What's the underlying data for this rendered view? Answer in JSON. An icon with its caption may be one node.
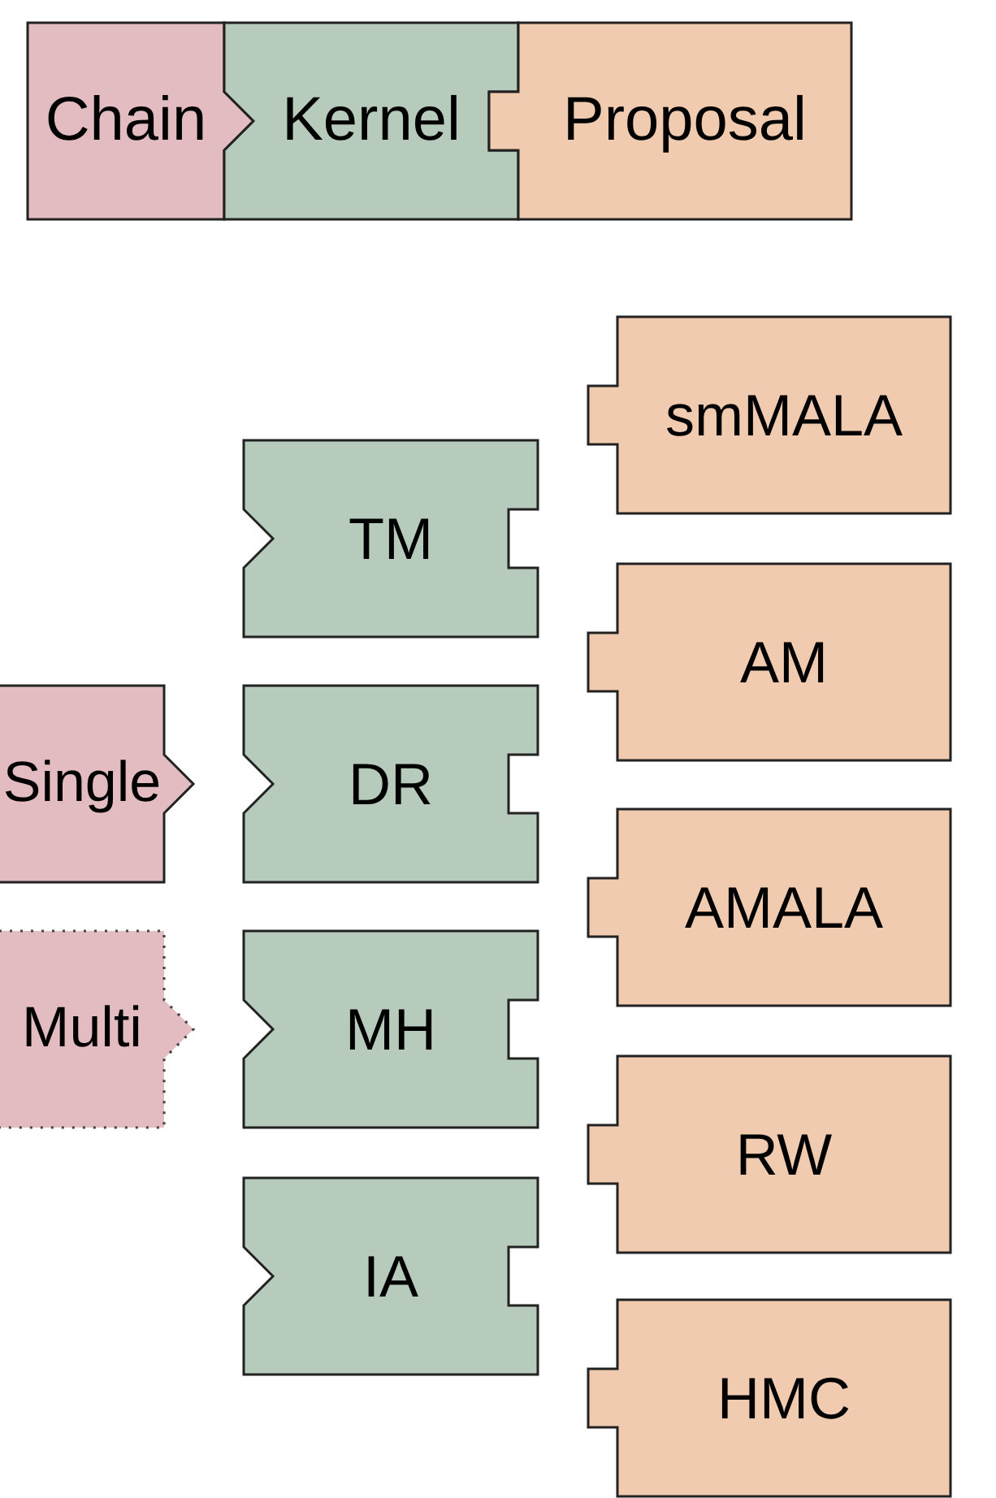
{
  "diagram": {
    "nodes": [
      {
        "text": [
          "Chain"
        ]
      },
      {
        "text": [
          "Kernel"
        ]
      },
      {
        "text": [
          "Proposal"
        ]
      },
      {
        "text": [
          "smMALA"
        ]
      },
      {
        "text": [
          "TM"
        ]
      },
      {
        "text": [
          "AM"
        ]
      },
      {
        "text": [
          "Single"
        ]
      },
      {
        "text": [
          "DR"
        ]
      },
      {
        "text": [
          "AMALA"
        ]
      },
      {
        "text": [
          "Multi"
        ]
      },
      {
        "text": [
          "MH"
        ]
      },
      {
        "text": [
          "RW"
        ]
      },
      {
        "text": [
          "IA"
        ]
      },
      {
        "text": [
          "HMC"
        ]
      }
    ]
  }
}
